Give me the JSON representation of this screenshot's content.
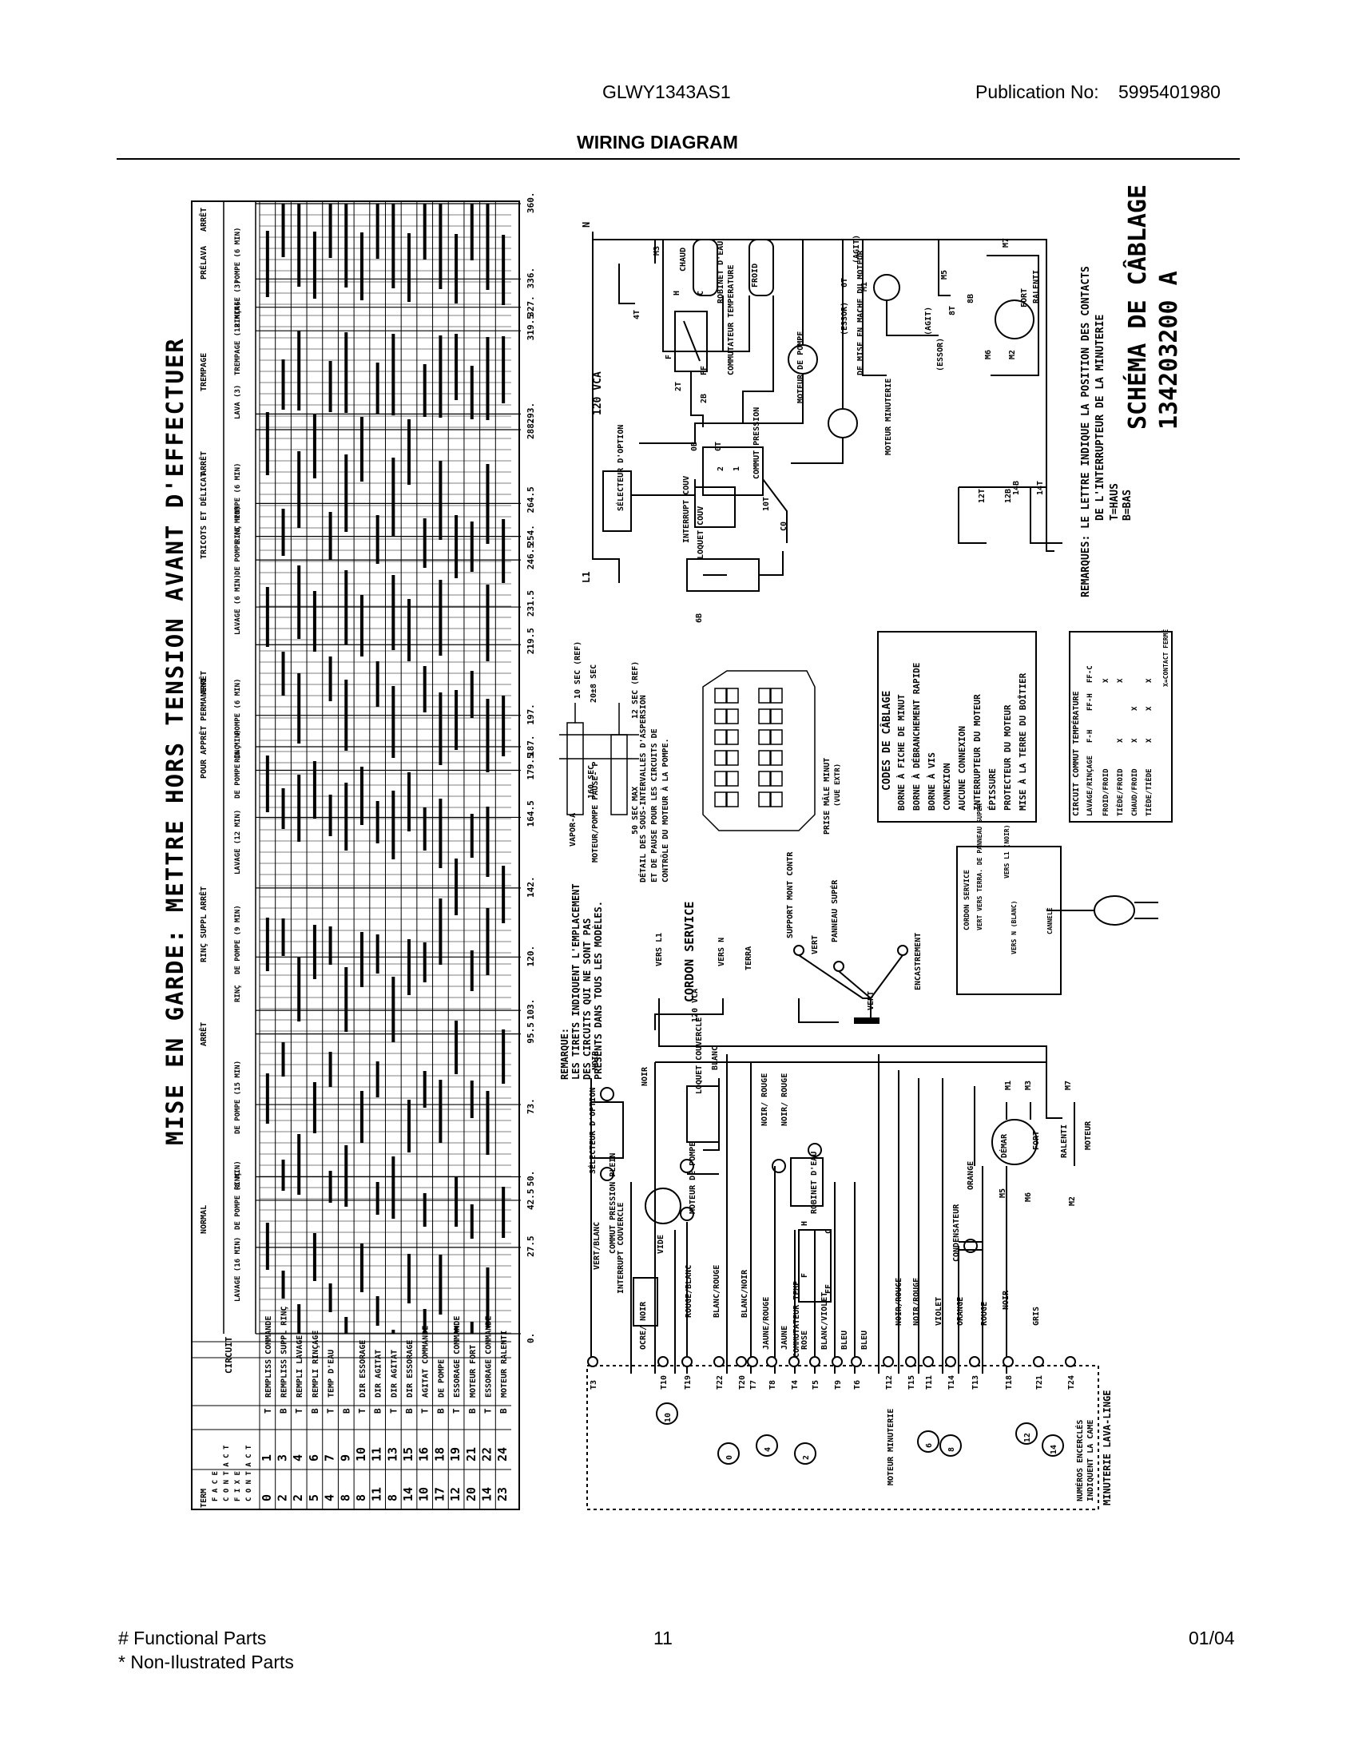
{
  "header": {
    "model": "GLWY1343AS1",
    "publication_label": "Publication No:",
    "publication_number": "5995401980",
    "title": "WIRING DIAGRAM"
  },
  "warning": "MISE EN GARDE: METTRE HORS TENSION AVANT D'EFFECTUER",
  "schema": {
    "title": "SCHÉMA DE CÂBLAGE",
    "number": "134203200 A"
  },
  "remarks": {
    "top_1": "REMARQUES: LE LETTRE INDIQUE LA POSITION DES CONTACTS",
    "top_2": "DE L'INTERRUPTEUR DE LA MINUTERIE",
    "top_3": "T=HAUS",
    "top_4": "B=BAS",
    "bottom_1": "REMARQUE:",
    "bottom_2": "LES TIRETS INDIQUENT L'EMPLACEMENT",
    "bottom_3": "DES CIRCUITS QUI NE SONT PAS",
    "bottom_4": "PRÉSENTS DANS TOUS LES MODÈLES."
  },
  "timer_chart": {
    "cycles": [
      "NORMAL",
      "ARRÊT",
      "RINÇ SUPPL",
      "ARRÊT",
      "POUR APPRÊT PERMANENT",
      "ARRÊT",
      "TRICOTS ET DÉLICAT",
      "ARRÊT",
      "TREMPAGE",
      "PRÉLAVA",
      "ARRÊT"
    ],
    "phases": [
      "LAVAGE (16 MIN)",
      "DE POMPE (8 MIN)",
      "RINÇ",
      "DE POMPE (15 MIN)",
      "RINÇ",
      "DE POMPE (9 MIN)",
      "LAVAGE (12 MIN)",
      "DE POMPE (6 MIN)",
      "RINÇ",
      "POMPE (6 MIN)",
      "LAVAGE (6 MIN)",
      "DE POMPE (6 MIN)",
      "RINÇ",
      "POMPE (6 MIN)",
      "LAVA (3)",
      "TREMPAGE (12 MIN)",
      "RINÇAGE (3)",
      "POMPE (6 MIN)"
    ],
    "degrees": [
      "0.",
      "27.5",
      "42.5",
      "50.",
      "73.",
      "95.5",
      "103.",
      "120.",
      "142.",
      "164.5",
      "179.5",
      "187.",
      "197.",
      "219.5",
      "231.5",
      "246.5",
      "254.",
      "264.5",
      "288.",
      "293.",
      "319.5",
      "327.",
      "336.",
      "360."
    ],
    "column_headers": [
      "TERM",
      "F A C E",
      "C O N T A C T",
      "F I X E",
      "C O N T A C T",
      "CIRCUIT"
    ],
    "rows": [
      {
        "face": "0",
        "fixe": "1",
        "pos": "T",
        "circuit": "REMPLISS COMMANDE"
      },
      {
        "face": "2",
        "fixe": "3",
        "pos": "B",
        "circuit": "REMPLISS SUPPL RINÇ"
      },
      {
        "face": "2",
        "fixe": "4",
        "pos": "T",
        "circuit": "REMPLI LAVAGE"
      },
      {
        "face": "5",
        "fixe": "6",
        "pos": "B",
        "circuit": "REMPLI RINÇAGE"
      },
      {
        "face": "4",
        "fixe": "7",
        "pos": "T",
        "circuit": "TEMP D'EAU"
      },
      {
        "face": "8",
        "fixe": "9",
        "pos": "B",
        "circuit": ""
      },
      {
        "face": "8",
        "fixe": "10",
        "pos": "T",
        "circuit": "DIR ESSORAGE"
      },
      {
        "face": "11",
        "fixe": "11",
        "pos": "B",
        "circuit": "DIR AGITAT"
      },
      {
        "face": "8",
        "fixe": "13",
        "pos": "T",
        "circuit": "DIR AGITAT"
      },
      {
        "face": "14",
        "fixe": "15",
        "pos": "B",
        "circuit": "DIR ESSORAGE"
      },
      {
        "face": "10",
        "fixe": "16",
        "pos": "T",
        "circuit": "AGITAT COMMANDE"
      },
      {
        "face": "17",
        "fixe": "18",
        "pos": "B",
        "circuit": "DE POMPE"
      },
      {
        "face": "12",
        "fixe": "19",
        "pos": "T",
        "circuit": "ESSORAGE COMMANDE"
      },
      {
        "face": "20",
        "fixe": "21",
        "pos": "B",
        "circuit": "MOTEUR FORT"
      },
      {
        "face": "14",
        "fixe": "22",
        "pos": "T",
        "circuit": "ESSORAGE COMMANDE"
      },
      {
        "face": "23",
        "fixe": "24",
        "pos": "B",
        "circuit": "MOTEUR RALENTI"
      }
    ]
  },
  "upper_schematic": {
    "n": "N",
    "l1": "L1",
    "voltage": "120 VCA",
    "labels": [
      "M3",
      "CHAUD",
      "ROBINET D'EAU",
      "FROID",
      "H",
      "C",
      "4T",
      "F",
      "FF",
      "COMMUTATEUR TEMPERATURE",
      "2T",
      "2B",
      "0B",
      "0T",
      "MOTEUR DE POMPE",
      "SÉLECTEUR D'OPTION",
      "2",
      "1",
      "COMMUT PRESSION",
      "10T",
      "C0",
      "INTERRUPT COUV",
      "LOQUET COUV",
      "6B",
      "6T",
      "(AGIT)",
      "(ESSOR)",
      "M1",
      "M5",
      "8T",
      "8B",
      "DE MISE EN MACHE DU MOTEUR",
      "(AGIT)",
      "(ESSOR)",
      "MOTEUR MINUTERIE",
      "M6",
      "M2",
      "M7",
      "FORT",
      "RALENTI",
      "12T",
      "12B",
      "14B",
      "14T"
    ]
  },
  "wiring_codes": {
    "title": "CODES DE CÂBLAGE",
    "items": [
      "BORNE À FICHE DE MINUT",
      "BORNE À DÉBRANCHEMENT RAPIDE",
      "BORNE À VIS",
      "CONNEXION",
      "AUCUNE CONNEXION",
      "INTERRUPTEUR DU MOTEUR",
      "ÉPISSURE",
      "PROTECTEUR DU MOTEUR",
      "MISE À LA TERRE DU BOÎTIER"
    ]
  },
  "temp_switch_table": {
    "title": "CIRCUIT COMMUT TEMPÉRATURE",
    "headers": [
      "LAVAGE/RINÇAGE",
      "F-H",
      "FF-H",
      "FF-C"
    ],
    "rows": [
      [
        "FROID/FROID",
        "",
        "",
        "X"
      ],
      [
        "TIÈDE/FROID",
        "X",
        "",
        "X"
      ],
      [
        "CHAUD/FROID",
        "X",
        "X",
        ""
      ],
      [
        "TIÈDE/TIÈDE",
        "X",
        "X",
        "X"
      ]
    ],
    "note": "X=CONTACT FERMÉ"
  },
  "pump_timing": {
    "labels": [
      "10 SEC (REF)",
      "20±8 SEC",
      "12 SEC (REF)",
      "160 SEC",
      "50 SEC MAX",
      "VAPOR-A",
      "MOTEUR/POMPE PAUSE- P"
    ],
    "detail_1": "DÉTAIL DES SOUS-INTERVALLES D'ASPERSION",
    "detail_2": "ET DE PAUSE POUR LES CIRCUITS DE",
    "detail_3": "CONTRÔLE DU MOTEUR À LA POMPE.",
    "plug": "PRISE MÂLE MINUT",
    "plug_view": "(VUE EXTR)"
  },
  "cord": {
    "title": "CORDON SERVICE",
    "labels": [
      "VERS L1",
      "VERS N",
      "TERRA",
      "SUPPORT MONT CONTR",
      "VERT",
      "PANNEAU SUPÉR",
      "ENCASTREMENT",
      "VERT",
      "120 VCA",
      "BLANC"
    ],
    "box_1": "CORDON SERVICE",
    "box_2": "VERT VERS TERRA. DE PANNEAU SUPER",
    "box_3": "VERS L1 (NOIR)",
    "box_4": "VERS N (BLANC)",
    "box_5": "CANNELÉ"
  },
  "lower_schematic": {
    "labels": [
      "NOIR",
      "NOIR",
      "SÉLECTEUR D'OPTION",
      "LOQUET COUVERCLE",
      "NOIR/ ROUGE",
      "NOIR/ ROUGE",
      "ROBINET D'EAU",
      "COMMUT PRESSION PLEIN",
      "VIDE",
      "MOTEUR DE POMPE",
      "M1",
      "M3",
      "M7",
      "DÉMAR",
      "FORT",
      "RALENTI",
      "MOTEUR",
      "M5",
      "M6",
      "M2",
      "ORANGE",
      "CONDENSATEUR",
      "VERT/BLANC",
      "INTERRUPT COUVERCLE",
      "OCRE/ NOIR",
      "ROUGE/BLANC",
      "BLANC/ROUGE",
      "BLANC/NOIR",
      "COMMUTATEUR TEMP",
      "H",
      "C",
      "F",
      "FF",
      "JAUNE/ROUGE",
      "JAUNE",
      "ROSE",
      "BLANC/VIOLET",
      "BLEU",
      "BLEU",
      "NOIR/ROUGE",
      "NOIR/ROUGE",
      "VIOLET",
      "ORANGE",
      "ROUGE",
      "NOIR",
      "GRIS"
    ],
    "terminals": [
      "T3",
      "T10",
      "T19",
      "T22",
      "T20",
      "T7",
      "T8",
      "T4",
      "T5",
      "T9",
      "T6",
      "T12",
      "T15",
      "T11",
      "T14",
      "T13",
      "T18",
      "T21",
      "T24"
    ],
    "moteur_minuterie": "MOTEUR MINUTERIE",
    "cams": [
      "10",
      "0",
      "4",
      "2",
      "6",
      "8",
      "12",
      "14"
    ],
    "note_1": "NUMÉROS ENCERCLÉS",
    "note_2": "INDIQUENT LA CAME",
    "bottom": "MINUTERIE LAVA-LINGE"
  },
  "footer": {
    "functional": "# Functional Parts",
    "non_illustrated": "* Non-Ilustrated Parts",
    "page": "11",
    "date": "01/04"
  }
}
